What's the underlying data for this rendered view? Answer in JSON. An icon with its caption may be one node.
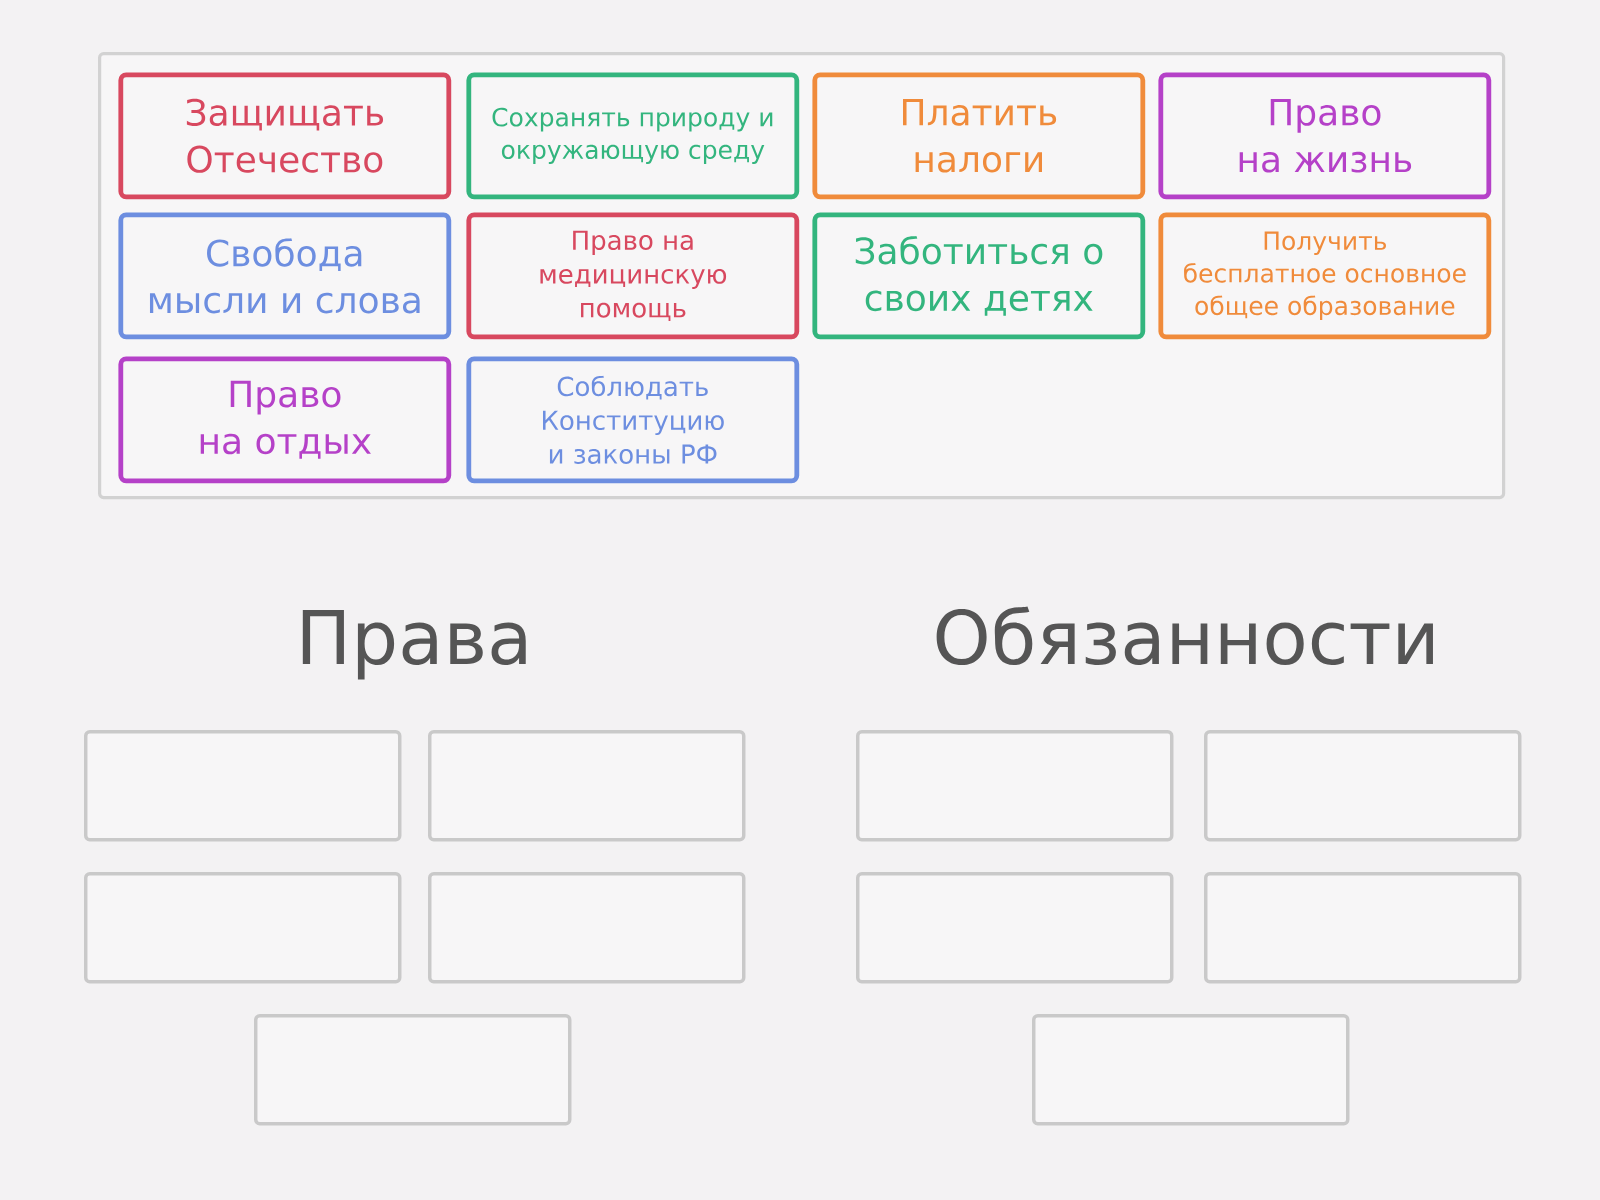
{
  "diagram": {
    "nodes": [
      {
        "text": [],
        "shape": "box"
      },
      {
        "text": [
          "Защищать Отечество"
        ],
        "in": 0
      },
      {
        "text": [
          "Сохранять природу и окружающую среду"
        ],
        "in": 0
      },
      {
        "text": [
          "Платить налоги"
        ],
        "in": 0
      },
      {
        "text": [
          "Право на жизнь"
        ],
        "in": 0
      },
      {
        "text": [
          "Свобода мысли и слова"
        ],
        "in": 0
      },
      {
        "text": [
          "Право на медицинскую помощь"
        ],
        "in": 0
      },
      {
        "text": [
          "Заботиться о своих детях"
        ],
        "in": 0
      },
      {
        "text": [
          "Получить бесплатное основное общее образование"
        ],
        "in": 0
      },
      {
        "text": [
          "Право на отдых"
        ],
        "in": 0
      },
      {
        "text": [
          "Соблюдать Конституцию и законы РФ"
        ],
        "in": 0
      },
      {
        "text": [],
        "shape": "box"
      },
      {
        "text": [],
        "shape": "box"
      },
      {
        "text": [],
        "shape": "box"
      },
      {
        "text": [],
        "shape": "box"
      },
      {
        "text": [],
        "shape": "box"
      },
      {
        "text": [],
        "shape": "box"
      },
      {
        "text": [],
        "shape": "box"
      },
      {
        "text": [],
        "shape": "box"
      },
      {
        "text": [],
        "shape": "box"
      },
      {
        "text": [],
        "shape": "box"
      }
    ],
    "labels": [
      "Права",
      "Обязанности"
    ]
  }
}
